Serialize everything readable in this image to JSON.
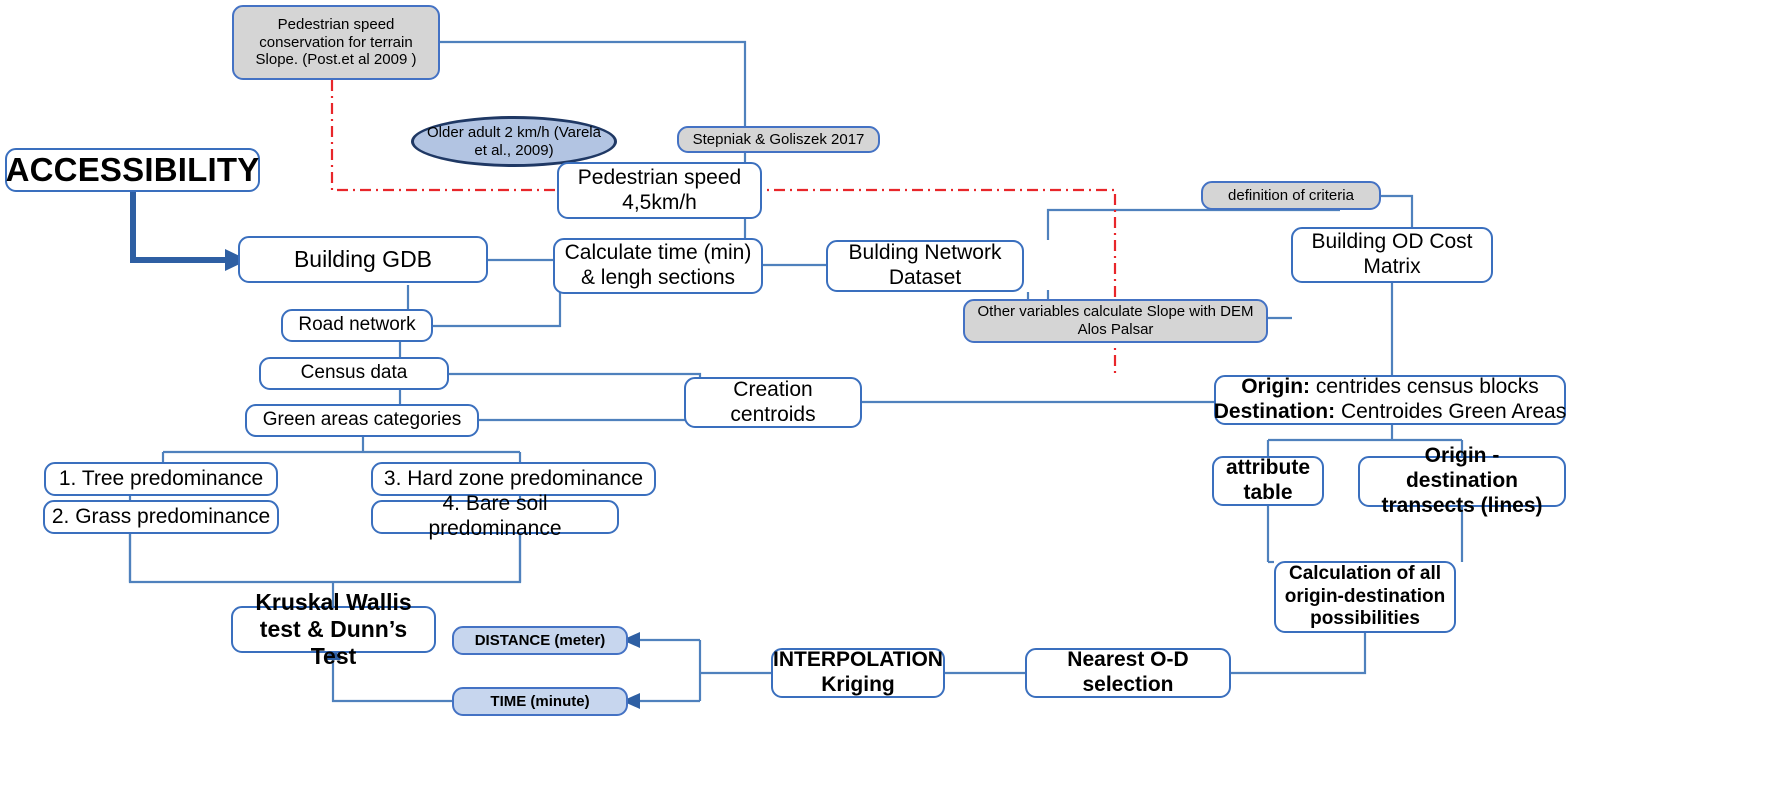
{
  "diagram": {
    "title_node": "ACCESSIBILITY",
    "nodes": {
      "ped_speed_conservation": "Pedestrian speed conservation for terrain Slope. (Post.et al 2009 )",
      "older_adult": "Older adult 2 km/h (Varela et al., 2009)",
      "stepniak": "Stepniak & Goliszek 2017",
      "pedestrian_speed": "Pedestrian speed 4,5km/h",
      "definition_criteria": "definition of criteria",
      "building_gdb": "Building GDB",
      "calculate_time": "Calculate time (min) & lengh sections",
      "building_network_dataset": "Bulding Network Dataset",
      "building_od_cost_matrix": "Building  OD Cost Matrix",
      "other_variables": "Other variables calculate Slope with DEM Alos Palsar",
      "road_network": "Road network",
      "census_data": "Census data",
      "green_areas_categories": "Green areas categories",
      "creation_centroids": "Creation centroids",
      "origin_destination_label_1": "Origin:",
      "origin_destination_value_1": " centrides census blocks",
      "origin_destination_label_2": "Destination:",
      "origin_destination_value_2": " Centroides Green Areas",
      "cat_1": "1. Tree predominance",
      "cat_2": "2. Grass predominance",
      "cat_3": "3. Hard zone predominance",
      "cat_4": "4. Bare soil predominance",
      "attribute_table": "attribute table",
      "od_transects": "Origin - destination transects (lines)",
      "calculation_all": "Calculation of all origin-destination possibilities",
      "kruskal": "Kruskal Wallis test & Dunn’s Test",
      "distance": "DISTANCE (meter)",
      "time": "TIME (minute)",
      "interpolation": "INTERPOLATION Kriging",
      "nearest_od": "Nearest O-D selection"
    },
    "colors": {
      "connector_blue": "#4f81bd",
      "accent_blue": "#2e5fa3",
      "dashed_red": "#e8262a",
      "gray_fill": "#d5d5d5",
      "lightblue_fill": "#c7d6ee",
      "ellipse_fill": "#b2c4e2",
      "ellipse_border": "#1f3864"
    }
  }
}
